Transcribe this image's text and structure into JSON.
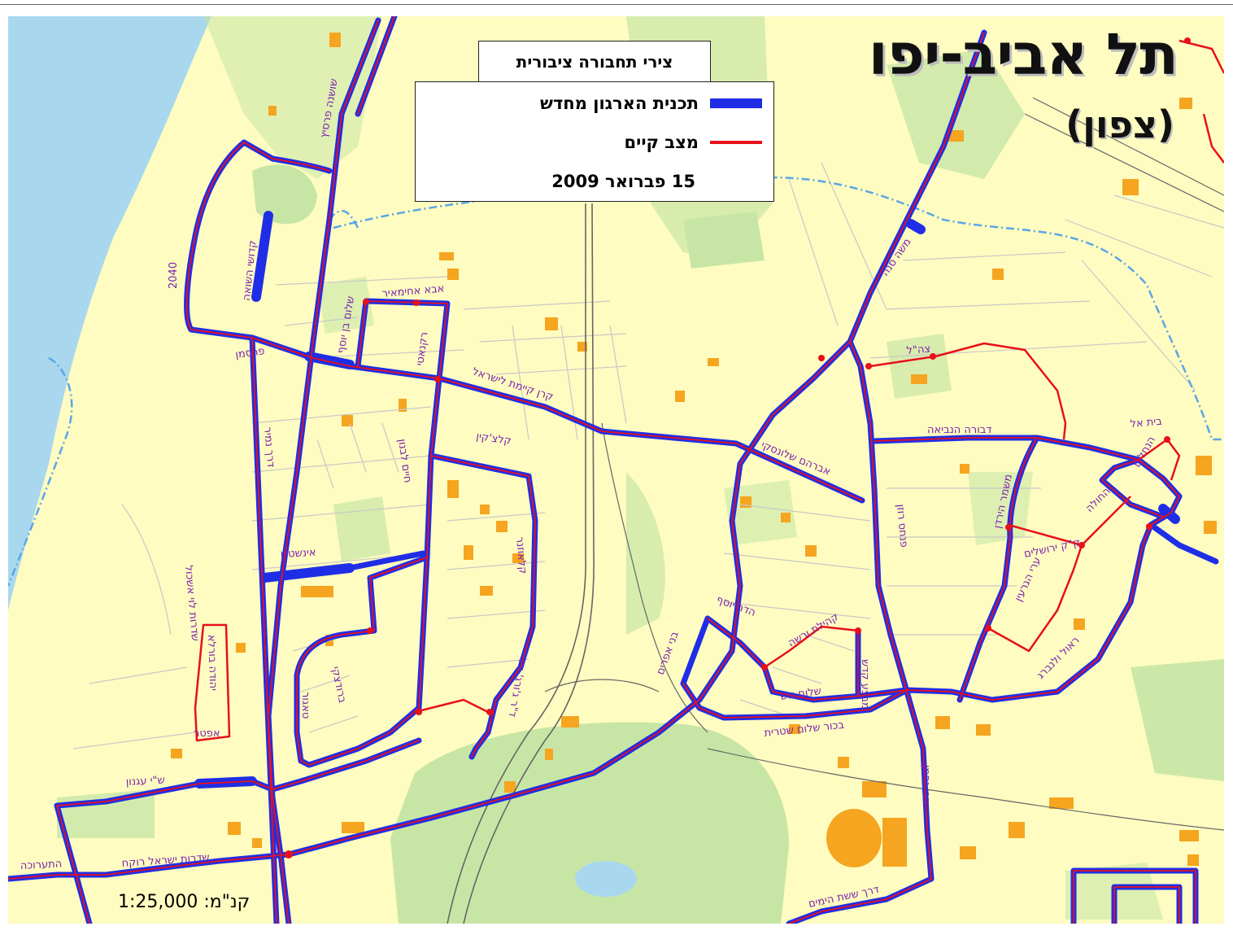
{
  "map": {
    "title": "תל אביב-יפו",
    "subtitle": "(צפון)",
    "scale": "קנ\"מ: 1:25,000"
  },
  "legend": {
    "title": "צירי תחבורה ציבורית",
    "items": [
      {
        "label": "תכנית הארגון מחדש",
        "color": "#1f2ee6"
      },
      {
        "label": "מצב קיים",
        "color": "#e8101a"
      }
    ],
    "date": "15 פברואר 2009"
  },
  "streets": [
    "שושנה פרסיץ",
    "2040",
    "קדושי השואה",
    "פרסמן",
    "אבא אחימאיר",
    "שלום בן יוסף",
    "רקנאטי",
    "קרן קיימת לישראל",
    "חיים לבנון",
    "קלצ'קין",
    "דרך נמיר",
    "אינשטיין",
    "שדרות לוי אשכול",
    "יהודה בורלא",
    "אפטר",
    "ש\"י עגנון",
    "ברודצקי",
    "טאגור",
    "קלאוזנר",
    "ד\"ר ג'ורג' וייז",
    "שדרות ישראל רוקח",
    "התערוכה",
    "דרך ששת הימים",
    "משה סנה",
    "צה\"ל",
    "דבורה הנביאה",
    "אברהם שלונסקי",
    "בית אל",
    "הנחלים",
    "החולה",
    "ק\"ק ירושלים",
    "משמר הירדן",
    "קהילת ורשה",
    "הדר יוסף",
    "שלום אש",
    "מבצע קדש",
    "ראול ולנברג",
    "פנחס רוזן",
    "בני אפרים",
    "בכור שלום שטרית",
    "רבי נחמן",
    "ערי הגרעין"
  ],
  "colors": {
    "sea": "#a9d8ee",
    "land": "#fefcc0",
    "park": "#c7e6a6",
    "buildings": "#f5a51f",
    "roads": "#c8c8c8",
    "boundary": "#5aa5e8",
    "planned_route": "#1f2ee6",
    "existing_route": "#e8101a"
  }
}
